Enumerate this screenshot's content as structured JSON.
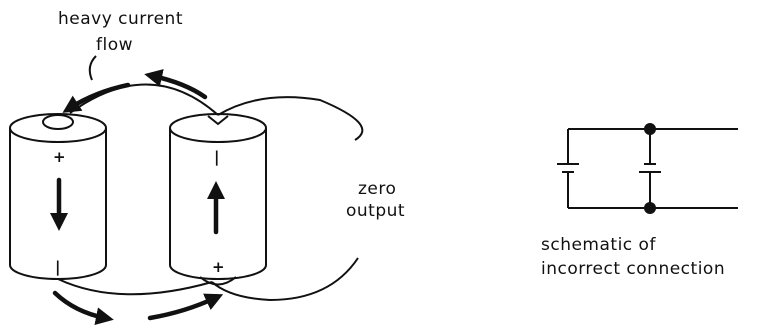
{
  "labels": {
    "heavy_current_line1": "heavy current",
    "heavy_current_line2": "flow",
    "zero_output_line1": "zero",
    "zero_output_line2": "output",
    "schematic_line1": "schematic of",
    "schematic_line2": "incorrect connection"
  },
  "battery_left": {
    "top_sign": "+",
    "bottom_sign": "|"
  },
  "battery_right": {
    "top_sign": "|",
    "bottom_sign": "+"
  },
  "colors": {
    "ink": "#111111",
    "background": "#ffffff"
  }
}
